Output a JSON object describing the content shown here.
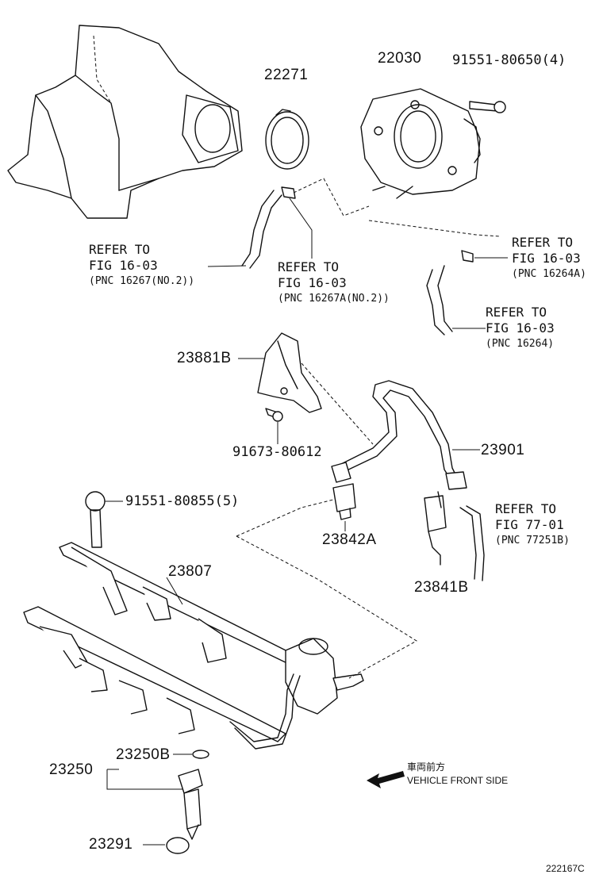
{
  "parts": {
    "p22030": "22030",
    "p91551_80650": "91551-80650(4)",
    "p22271": "22271",
    "p23881B": "23881B",
    "p91673_80612": "91673-80612",
    "p23901": "23901",
    "p91551_80855": "91551-80855(5)",
    "p23842A": "23842A",
    "p23841B": "23841B",
    "p23807": "23807",
    "p23250B": "23250B",
    "p23250": "23250",
    "p23291": "23291"
  },
  "references": {
    "r1": {
      "line1": "REFER TO",
      "line2": "FIG 16-03",
      "line3": "(PNC 16267(NO.2))"
    },
    "r2": {
      "line1": "REFER TO",
      "line2": "FIG 16-03",
      "line3": "(PNC 16267A(NO.2))"
    },
    "r3": {
      "line1": "REFER TO",
      "line2": "FIG 16-03",
      "line3": "(PNC 16264A)"
    },
    "r4": {
      "line1": "REFER TO",
      "line2": "FIG 16-03",
      "line3": "(PNC 16264)"
    },
    "r5": {
      "line1": "REFER TO",
      "line2": "FIG 77-01",
      "line3": "(PNC 77251B)"
    }
  },
  "vehicle_front": {
    "jp": "車両前方",
    "en": "VEHICLE FRONT SIDE"
  },
  "diagram_code": "222167C"
}
